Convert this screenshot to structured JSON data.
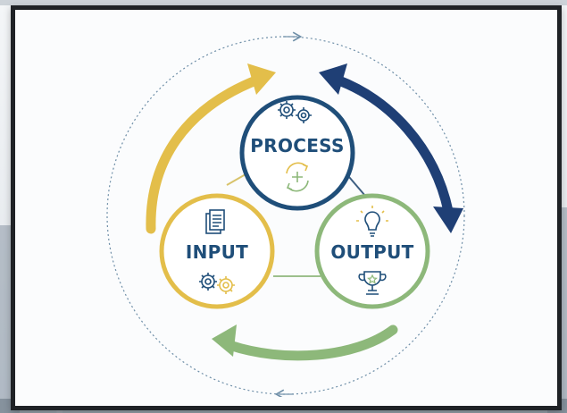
{
  "diagram": {
    "nodes": [
      {
        "id": "process",
        "label": "PROCESS",
        "color": "#1f4e79",
        "icons": [
          "gears-icon",
          "cycle-arrows-icon"
        ]
      },
      {
        "id": "input",
        "label": "INPUT",
        "color": "#e3be4a",
        "icons": [
          "document-icon",
          "gears-icon"
        ]
      },
      {
        "id": "output",
        "label": "OUTPUT",
        "color": "#8db87a",
        "icons": [
          "lightbulb-icon",
          "trophy-icon"
        ]
      }
    ],
    "arrows": [
      {
        "from": "input",
        "to": "process",
        "color": "#e3be4a"
      },
      {
        "from": "process",
        "to": "output",
        "color": "#1f3f75",
        "style": "double-headed"
      },
      {
        "from": "output",
        "to": "input",
        "color": "#8db87a"
      }
    ],
    "outer_cycle_color": "#6f8fa8"
  }
}
